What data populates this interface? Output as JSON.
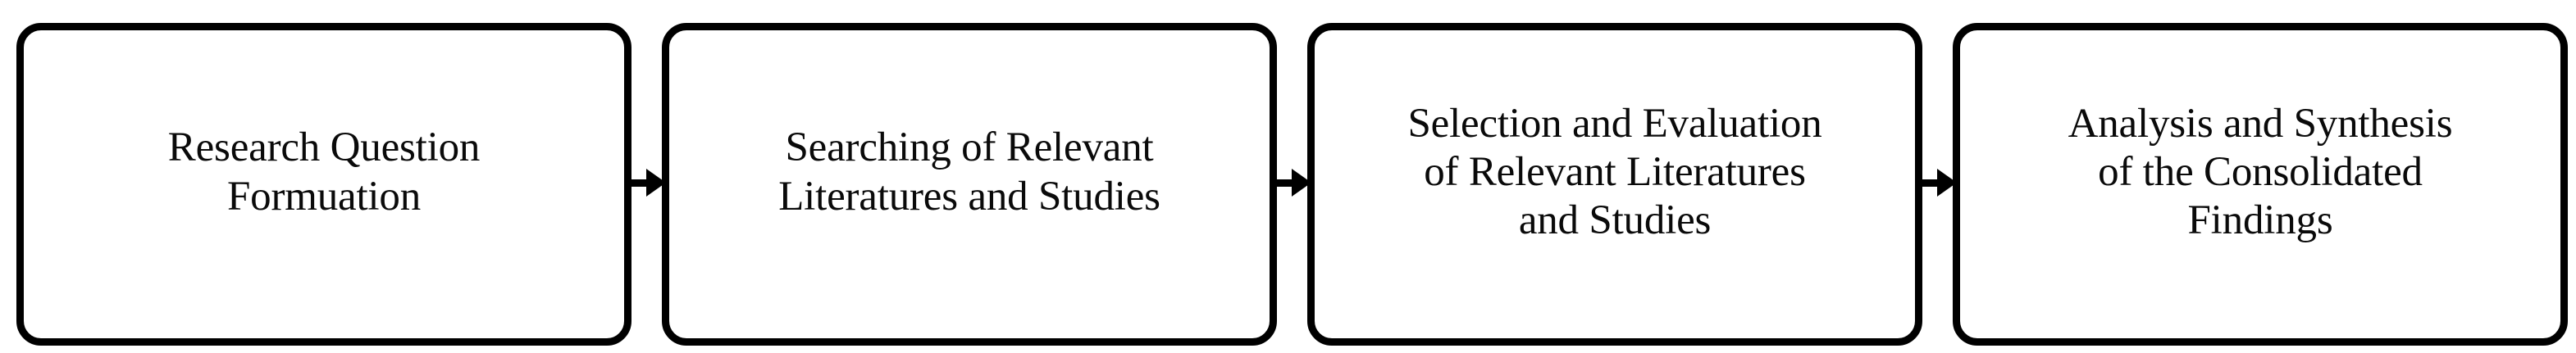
{
  "diagram": {
    "type": "linear-process-flowchart",
    "orientation": "horizontal",
    "background_color": "#ffffff",
    "box_border_color": "#000000",
    "text_color": "#0a0a0a",
    "arrow_color": "#000000",
    "step_count": 4,
    "connector_count": 3,
    "steps": [
      {
        "index": 1,
        "name": "research-question-formuation",
        "label": "Research Question\nFormuation",
        "lines": [
          "Research Question",
          "Formuation"
        ]
      },
      {
        "index": 2,
        "name": "searching-of-relevant-literatures-and-studies",
        "label": "Searching of Relevant\nLiteratures and Studies",
        "lines": [
          "Searching of Relevant",
          "Literatures and Studies"
        ]
      },
      {
        "index": 3,
        "name": "selection-and-evaluation-of-relevant-literatures-and-studies",
        "label": "Selection and Evaluation\nof Relevant Literatures\nand Studies",
        "lines": [
          "Selection and Evaluation",
          "of Relevant Literatures",
          "and Studies"
        ]
      },
      {
        "index": 4,
        "name": "analysis-and-synthesis-of-the-consolidated-findings",
        "label": "Analysis and Synthesis\nof the Consolidated\nFindings",
        "lines": [
          "Analysis and Synthesis",
          "of the Consolidated",
          "Findings"
        ]
      }
    ],
    "connectors": [
      {
        "index": 1,
        "from": 1,
        "to": 2,
        "glyph": "arrow-right"
      },
      {
        "index": 2,
        "from": 2,
        "to": 3,
        "glyph": "arrow-right"
      },
      {
        "index": 3,
        "from": 3,
        "to": 4,
        "glyph": "arrow-right"
      }
    ]
  }
}
